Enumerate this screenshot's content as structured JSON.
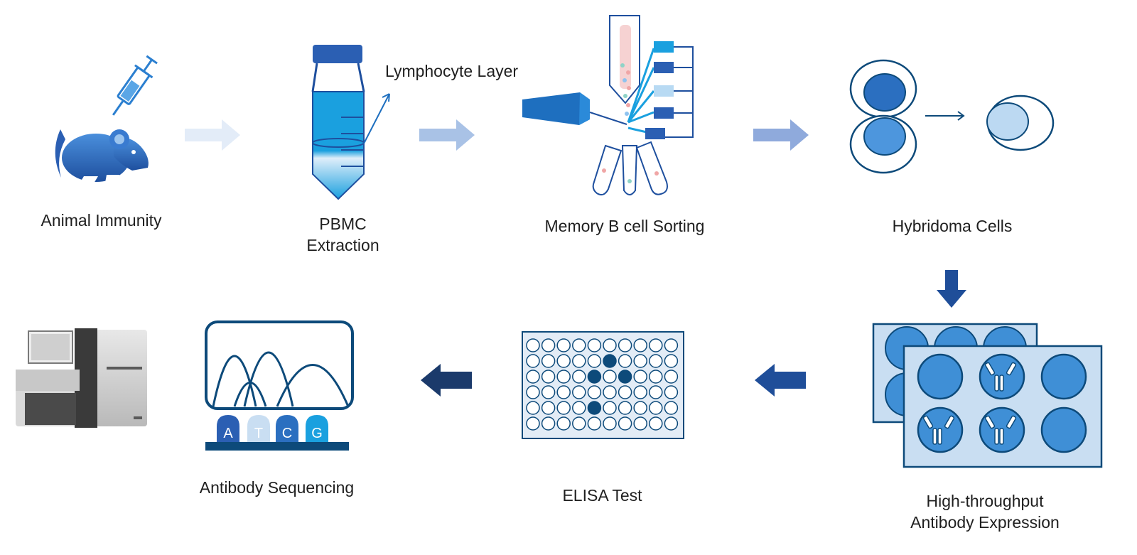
{
  "steps": {
    "animal_immunity": "Animal Immunity",
    "pbmc_extraction": "PBMC\nExtraction",
    "lymphocyte_layer": "Lymphocyte Layer",
    "memory_b_cell_sorting": "Memory B cell Sorting",
    "hybridoma_cells": "Hybridoma Cells",
    "high_throughput_expression": "High-throughput\nAntibody Expression",
    "elisa_test": "ELISA Test",
    "antibody_sequencing": "Antibody Sequencing"
  },
  "sequencing_bases": [
    "A",
    "T",
    "C",
    "G"
  ],
  "colors": {
    "primary_blue": "#2b5fb3",
    "light_blue": "#c9def2",
    "navy": "#0d4a7a",
    "cyan": "#1aa0df",
    "arrow_pale": "#e3ecf8",
    "arrow_mid": "#a9c2e6",
    "arrow_strong": "#8faadc",
    "arrow_dark": "#1f4e99",
    "arrow_navy": "#1b3a6b"
  },
  "icons": [
    "mouse-with-syringe-icon",
    "centrifuge-tube-icon",
    "cell-sorter-icon",
    "hybridoma-cells-icon",
    "expression-plates-icon",
    "elisa-plate-icon",
    "sequencing-chromatogram-icon",
    "sequencer-machine-icon"
  ]
}
